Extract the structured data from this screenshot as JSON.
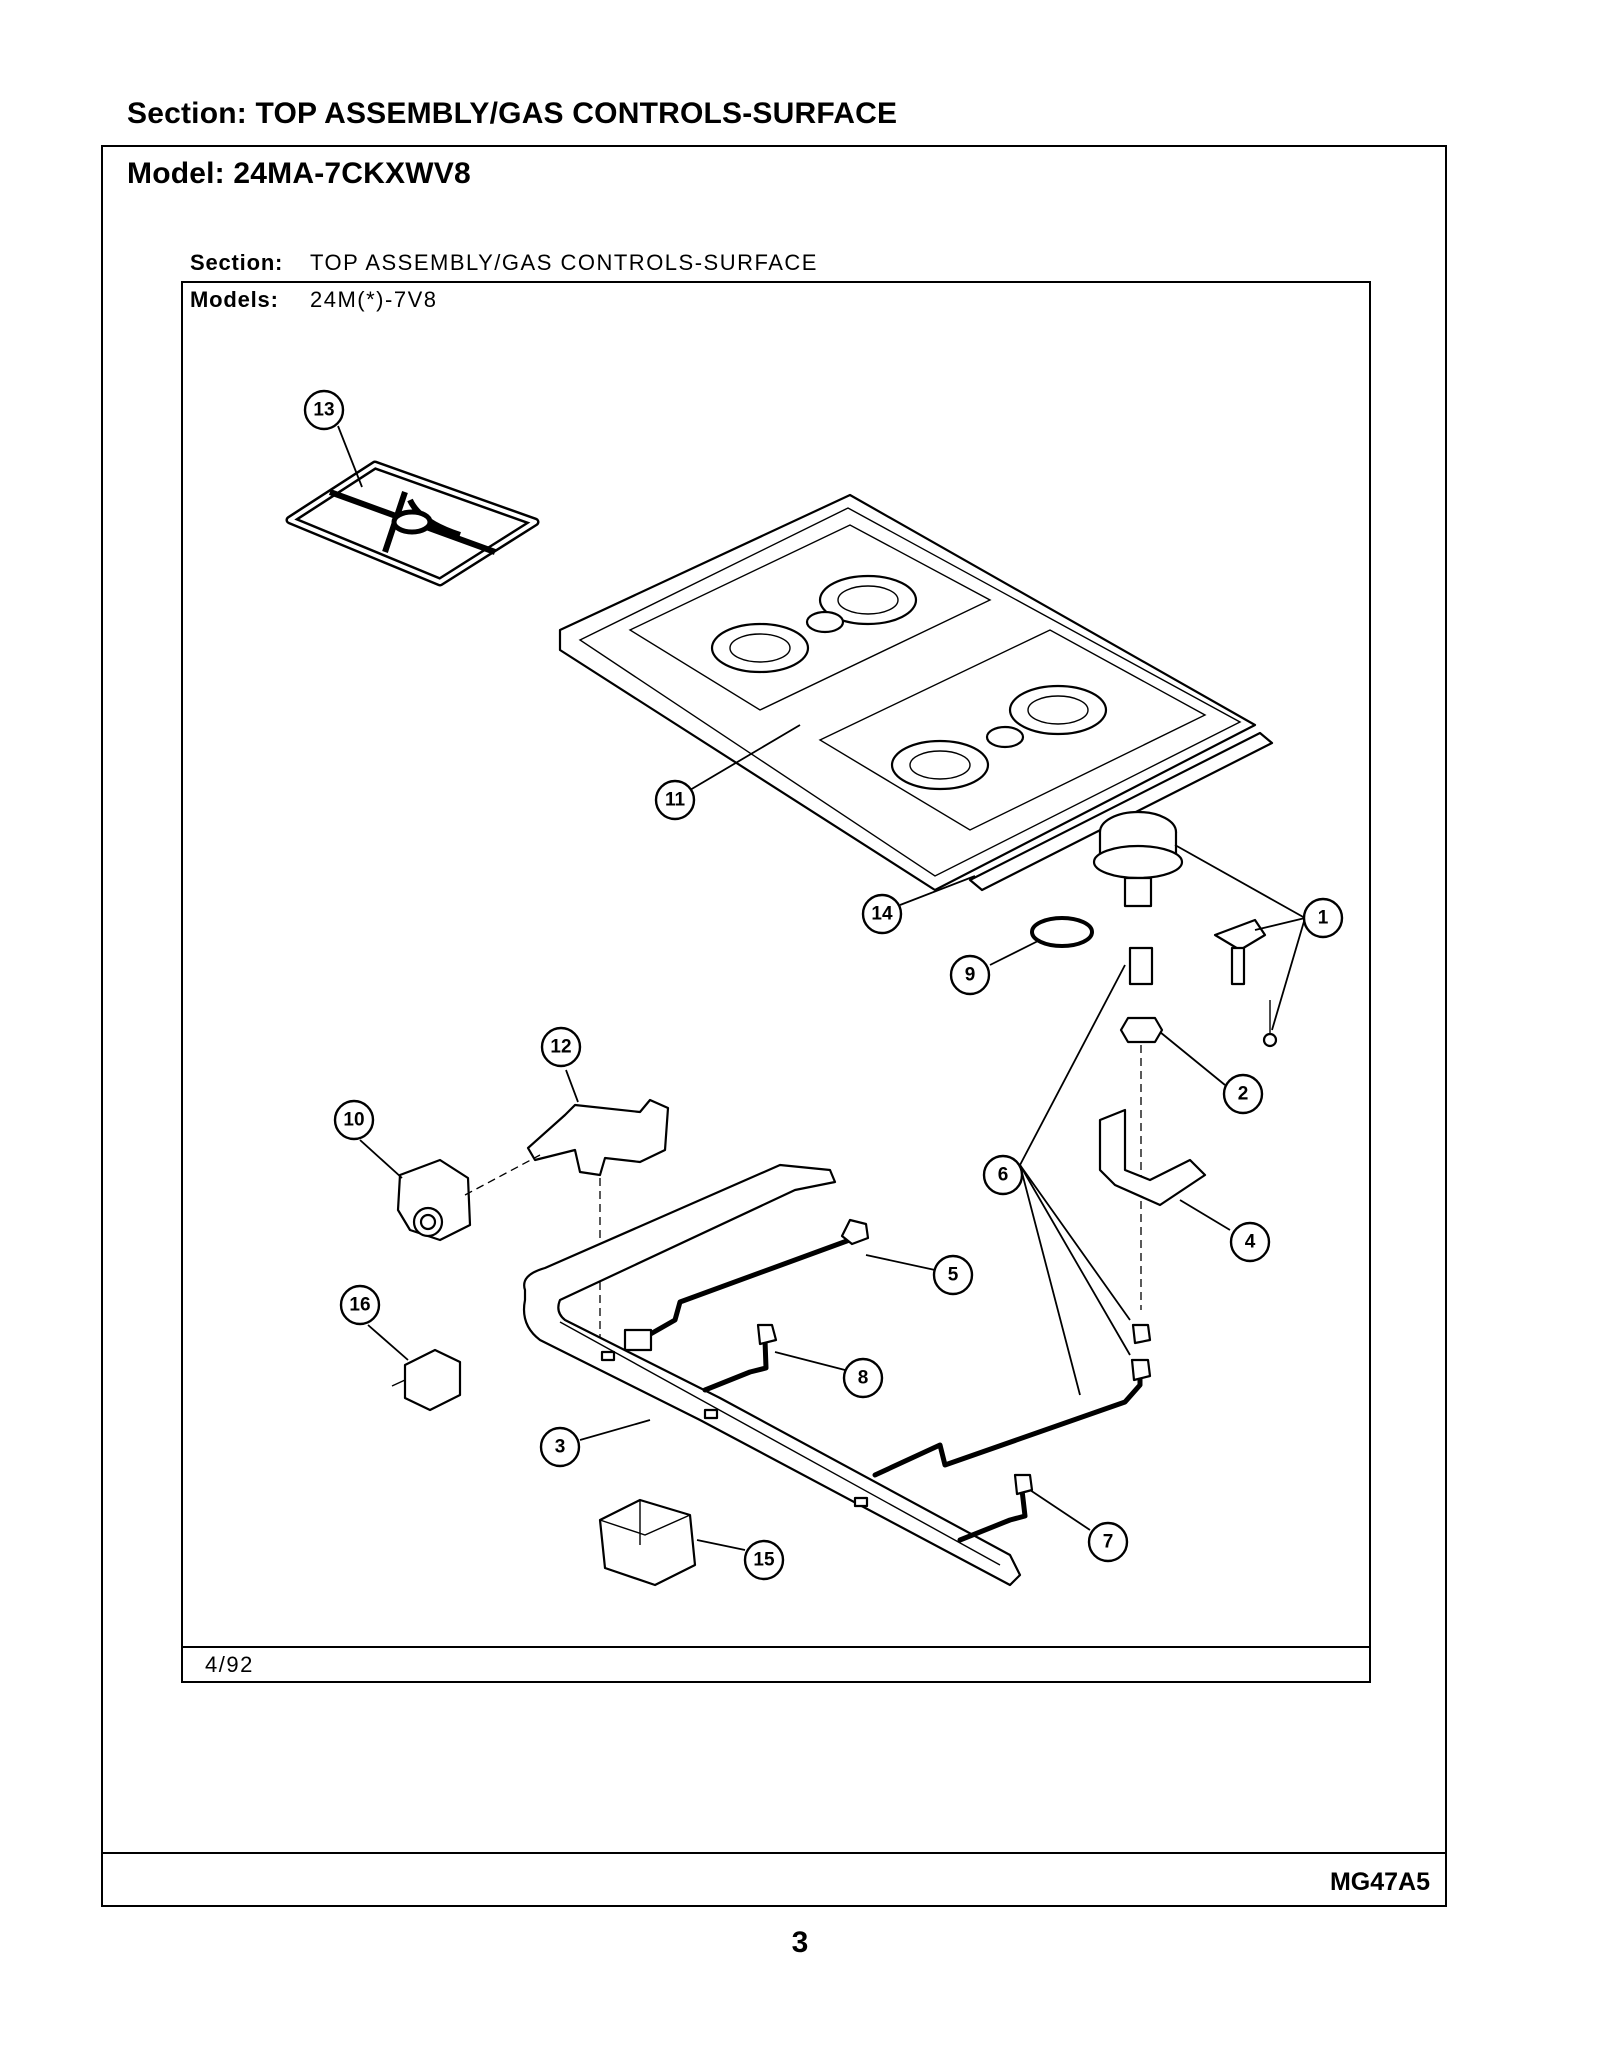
{
  "page": {
    "section_line": "Section:  TOP ASSEMBLY/GAS CONTROLS-SURFACE",
    "model_line": "Model:  24MA-7CKXWV8",
    "footer_code": "MG47A5",
    "page_number": "3"
  },
  "inner_drawing": {
    "section_label": "Section:",
    "section_value": "TOP ASSEMBLY/GAS CONTROLS-SURFACE",
    "models_label": "Models:",
    "models_value": "24M(*)-7V8",
    "date": "4/92"
  },
  "callouts": {
    "c1": "1",
    "c2": "2",
    "c3": "3",
    "c4": "4",
    "c5": "5",
    "c6": "6",
    "c7": "7",
    "c8": "8",
    "c9": "9",
    "c10": "10",
    "c11": "11",
    "c12": "12",
    "c13": "13",
    "c14": "14",
    "c15": "15",
    "c16": "16"
  }
}
